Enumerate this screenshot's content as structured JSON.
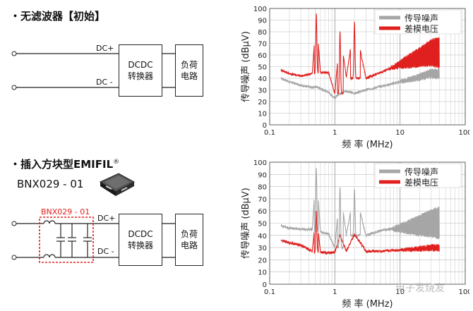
{
  "top": {
    "title": "・无滤波器【初始】",
    "dc_plus": "DC+",
    "dc_minus": "DC -",
    "dcdc_line1": "DCDC",
    "dcdc_line2": "转换器",
    "load_line1": "负荷",
    "load_line2": "电路"
  },
  "bottom": {
    "title": "・插入方块型EMIFIL",
    "title_reg": "®",
    "part_number": "BNX029 - 01",
    "filter_label": "BNX029 - 01",
    "dc_plus": "DC+",
    "dc_minus": "DC -",
    "dcdc_line1": "DCDC",
    "dcdc_line2": "转换器",
    "load_line1": "负荷",
    "load_line2": "电路"
  },
  "colors": {
    "conducted": "#a6a6a6",
    "differential": "#e0201e",
    "filter_box": "#e0201e"
  },
  "watermark": "电子发烧友",
  "chart_data": [
    {
      "type": "line",
      "xscale": "log",
      "xlim": [
        0.1,
        100
      ],
      "ylim": [
        0,
        100
      ],
      "yticks": [
        0,
        10,
        20,
        30,
        40,
        50,
        60,
        70,
        80,
        90,
        100
      ],
      "xticks": [
        "0.1",
        "1",
        "10",
        "100"
      ],
      "xlabel": "频 率 (MHz)",
      "ylabel": "传导噪声 (dBμV)",
      "grid": true,
      "legend_position": "top-right",
      "series": [
        {
          "name": "传导噪声",
          "x": [
            0.15,
            0.2,
            0.3,
            0.45,
            0.52,
            0.6,
            0.8,
            1.0,
            1.2,
            1.5,
            2.0,
            3.0,
            5.0,
            10,
            20,
            30
          ],
          "y": [
            40,
            37,
            34,
            32,
            33,
            31,
            28,
            23,
            27,
            29,
            27,
            30,
            33,
            37,
            41,
            44
          ]
        },
        {
          "name": "差模电压",
          "x": [
            0.15,
            0.2,
            0.3,
            0.45,
            0.52,
            0.6,
            0.8,
            1.0,
            1.2,
            1.5,
            2.0,
            3.0,
            5.0,
            10,
            20,
            30
          ],
          "y": [
            47,
            44,
            42,
            44,
            95,
            45,
            45,
            27,
            80,
            41,
            88,
            40,
            45,
            52,
            58,
            62
          ]
        }
      ]
    },
    {
      "type": "line",
      "xscale": "log",
      "xlim": [
        0.1,
        100
      ],
      "ylim": [
        0,
        100
      ],
      "yticks": [
        0,
        10,
        20,
        30,
        40,
        50,
        60,
        70,
        80,
        90,
        100
      ],
      "xticks": [
        "0.1",
        "1",
        "10",
        "100"
      ],
      "xlabel": "频 率 (MHz)",
      "ylabel": "传导噪声 (dBμV)",
      "grid": true,
      "legend_position": "top-right",
      "series": [
        {
          "name": "传导噪声",
          "x": [
            0.15,
            0.2,
            0.3,
            0.45,
            0.52,
            0.6,
            0.8,
            1.0,
            1.2,
            1.5,
            2.0,
            3.0,
            5.0,
            10,
            20,
            30
          ],
          "y": [
            48,
            46,
            45,
            45,
            95,
            43,
            41,
            30,
            80,
            40,
            78,
            40,
            44,
            46,
            48,
            50
          ]
        },
        {
          "name": "差模电压",
          "x": [
            0.15,
            0.2,
            0.3,
            0.45,
            0.52,
            0.6,
            0.8,
            1.0,
            1.2,
            1.5,
            2.0,
            3.0,
            5.0,
            10,
            20,
            30
          ],
          "y": [
            36,
            34,
            32,
            27,
            60,
            26,
            26,
            26,
            40,
            27,
            41,
            27,
            27,
            28,
            29,
            30
          ]
        }
      ]
    }
  ]
}
